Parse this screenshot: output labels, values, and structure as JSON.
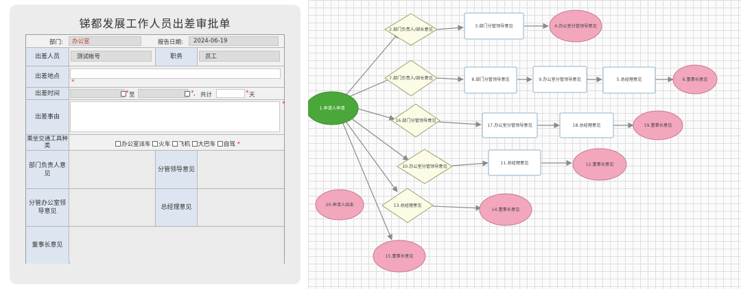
{
  "form": {
    "title": "锑都发展工作人员出差审批单",
    "dept_label": "部门:",
    "dept_value": "办公室",
    "report_date_label": "报告日期:",
    "report_date_value": "2024-06-19",
    "traveler_label": "出差人员",
    "traveler_value": "测试帐号",
    "position_label": "职务",
    "position_value": "员工",
    "location_label": "出差地点",
    "time_label": "出差时间",
    "time_to": "至",
    "time_total": "共计",
    "time_unit": "天",
    "reason_label": "出差事由",
    "transport_label": "乘坐交通工具种类",
    "transport_options": [
      "办公室派车",
      "火车",
      "飞机",
      "大巴车",
      "自驾"
    ],
    "dept_head_opinion_label": "部门负责人意见",
    "leader_opinion_label": "分管领导意见",
    "office_leader_opinion_label": "分管办公室领导意见",
    "gm_opinion_label": "总经理意见",
    "chairman_opinion_label": "董事长意见",
    "required_mark": "*"
  },
  "flow": {
    "nodes": {
      "n1": "1.申请人申请",
      "n2": "2.部门负责人/部长意见",
      "n3": "3.部门分管领导意见",
      "n4": "4.办公室分管领导意见",
      "n7": "7.部门负责人/部长意见",
      "n8": "8.部门分管领导意见",
      "n9": "9.办公室分管领导意见",
      "n5": "5.总经理意见",
      "n6": "6.董事长意见",
      "n16": "16.部门分管领导意见",
      "n17": "17.办公室分管领导意见",
      "n18": "18.总经理意见",
      "n19": "19.董事长意见",
      "n10": "10.办公室分管领导意见",
      "n11": "11.总经理意见",
      "n12": "12.董事长意见",
      "n13": "13.总经理意见",
      "n14": "14.董事长意见",
      "n20": "20.申请人结束",
      "n15": "15.董事长意见"
    },
    "colors": {
      "start": "#4aa83a",
      "end": "#f2a7bd",
      "diamond": "#fbfbe6",
      "rect": "#ffffff",
      "edge": "#8a8a8a"
    }
  }
}
